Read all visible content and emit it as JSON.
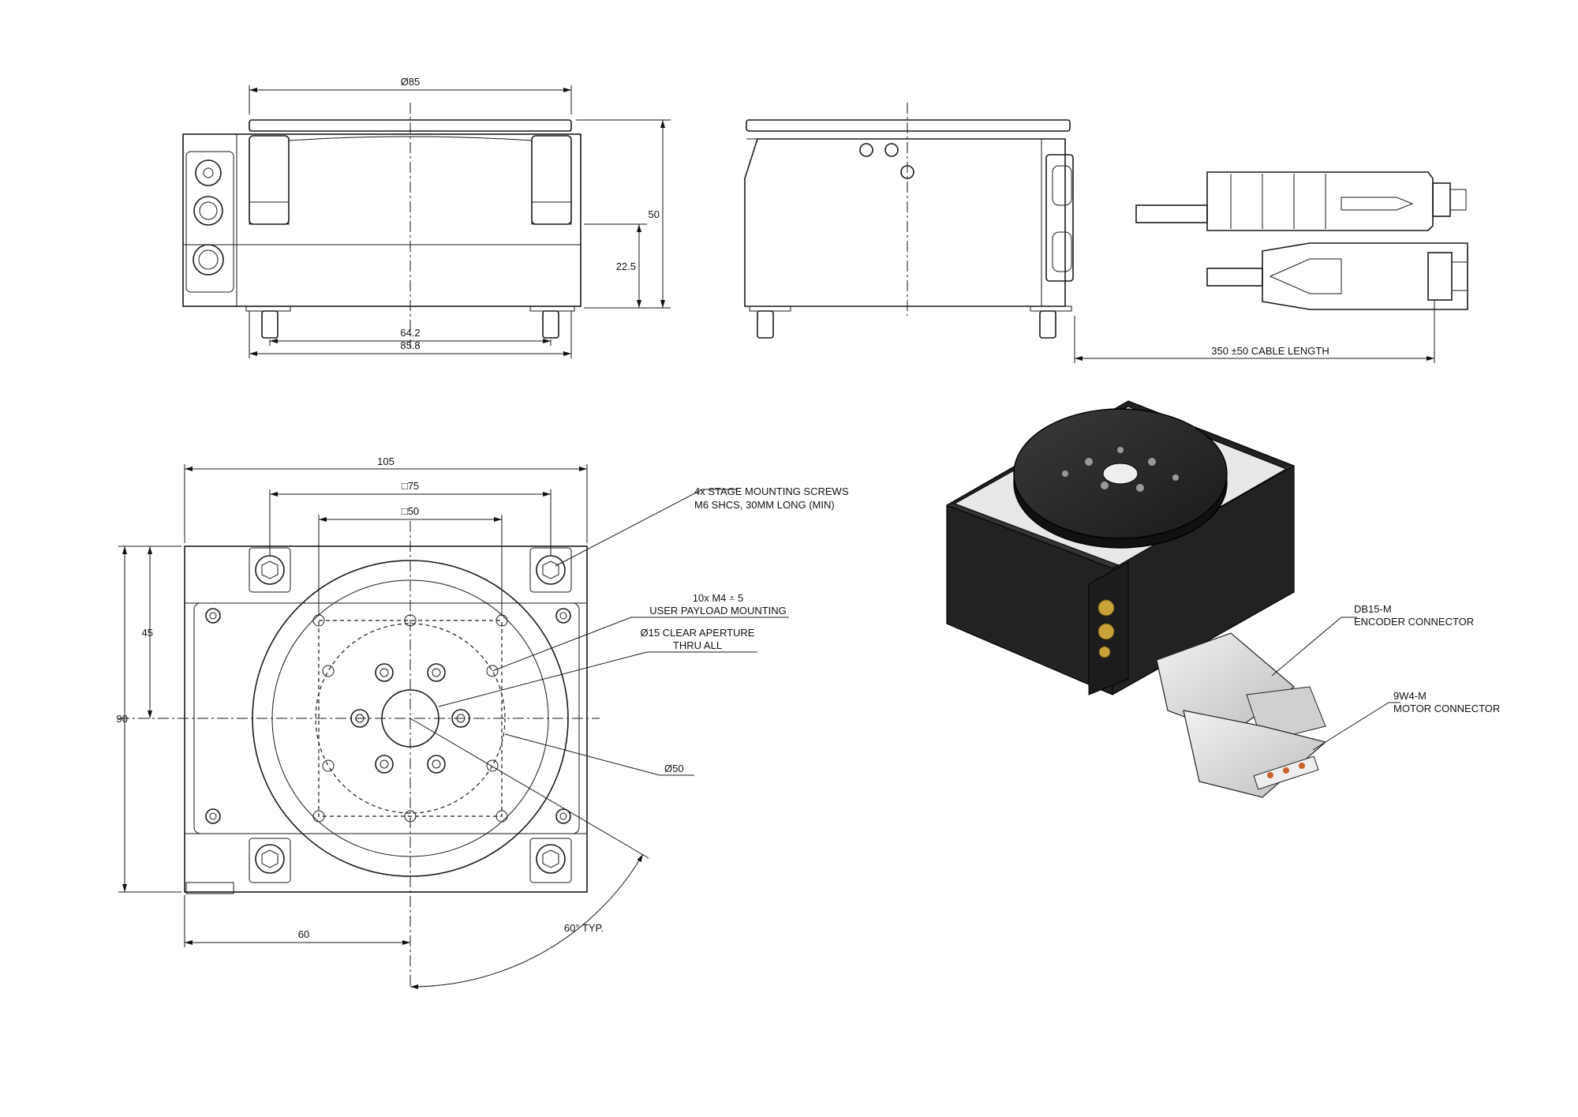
{
  "dimensions": {
    "top_dia": "Ø85",
    "height_total": "50",
    "height_half": "22.5",
    "foot_spacing": "64.2",
    "base_width": "85.8",
    "cable_length": "350 ±50 CABLE LENGTH",
    "plan_width": "105",
    "sq75": "□75",
    "sq50": "□50",
    "plan_depth": "90",
    "half_depth": "45",
    "offset_60": "60",
    "circle_dia50": "Ø50",
    "angle": "60° TYP."
  },
  "callouts": {
    "mounting_screws_1": "4x STAGE MOUNTING SCREWS",
    "mounting_screws_2": "M6 SHCS, 30MM LONG (MIN)",
    "payload_1": "10x M4 ⩡ 5",
    "payload_2": "USER PAYLOAD MOUNTING",
    "aperture_1": "Ø15 CLEAR APERTURE",
    "aperture_2": "THRU ALL",
    "encoder_1": "DB15-M",
    "encoder_2": "ENCODER CONNECTOR",
    "motor_1": "9W4-M",
    "motor_2": "MOTOR CONNECTOR"
  },
  "colors": {
    "line": "#1a1a1a",
    "body": "#222222",
    "brass": "#c9a33a"
  }
}
